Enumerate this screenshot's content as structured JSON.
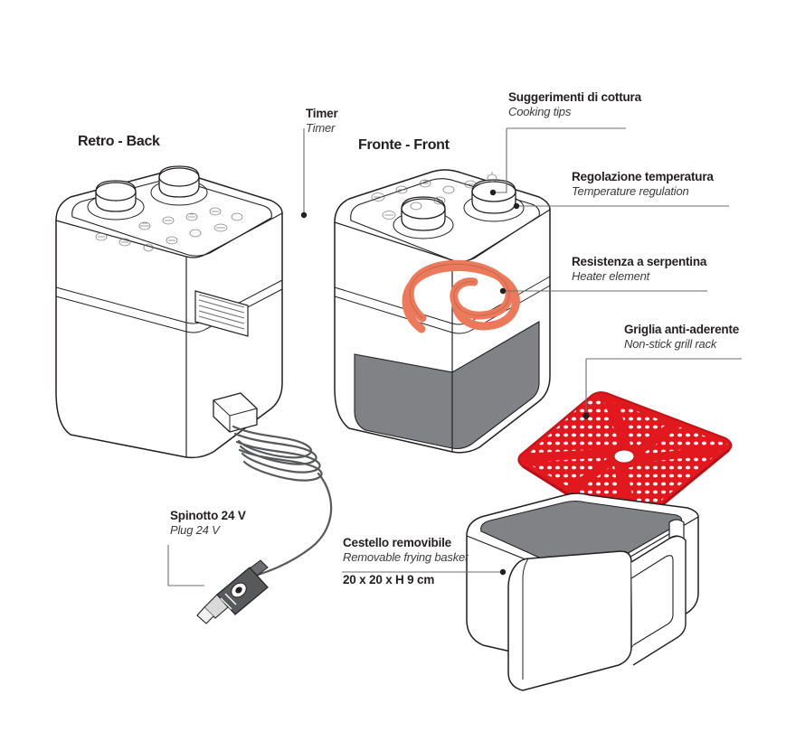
{
  "page": {
    "background": "#ffffff",
    "line_color": "#58595b",
    "outline_color": "#231f20",
    "accent_red": "#e1181e",
    "accent_coral": "#ea7a5b",
    "gray_panel": "#808285",
    "dark_gray": "#58595b"
  },
  "headings": [
    {
      "id": "back",
      "text": "Retro - Back"
    },
    {
      "id": "front",
      "text": "Fronte - Front"
    }
  ],
  "callouts": [
    {
      "id": "timer",
      "italian": "Timer",
      "english": "Timer"
    },
    {
      "id": "cooking-tips",
      "italian": "Suggerimenti di cottura",
      "english": "Cooking tips"
    },
    {
      "id": "temperature",
      "italian": "Regolazione temperatura",
      "english": "Temperature regulation"
    },
    {
      "id": "heater",
      "italian": "Resistenza a serpentina",
      "english": "Heater element"
    },
    {
      "id": "grill-rack",
      "italian": "Griglia anti-aderente",
      "english": "Non-stick grill rack"
    },
    {
      "id": "plug",
      "italian": "Spinotto 24 V",
      "english": "Plug 24 V"
    },
    {
      "id": "basket",
      "italian": "Cestello removibile",
      "english": "Removable frying basket",
      "dimension": "20 x 20 x H 9 cm"
    }
  ],
  "diagram": {
    "type": "exploded-product-diagram",
    "product": "air fryer",
    "parts": [
      "back unit",
      "front unit",
      "power cord",
      "24 V plug",
      "non-stick grill rack",
      "removable frying basket"
    ]
  }
}
